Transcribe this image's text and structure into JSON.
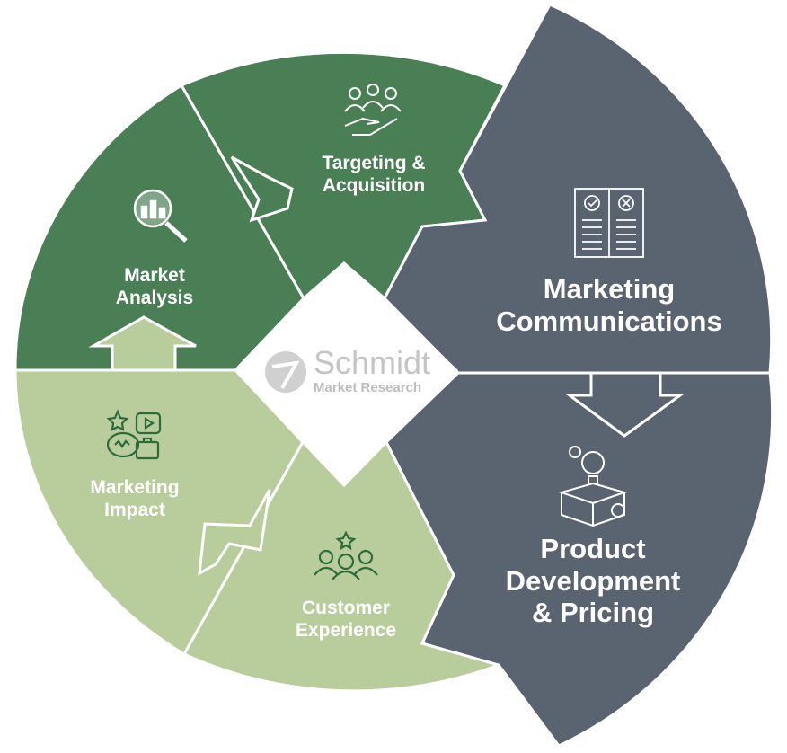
{
  "segments": {
    "market_analysis": {
      "line1": "Market",
      "line2": "Analysis"
    },
    "targeting": {
      "line1": "Targeting &",
      "line2": "Acquisition"
    },
    "marketing_comms": {
      "line1": "Marketing",
      "line2": "Communications"
    },
    "product_dev": {
      "line1": "Product",
      "line2": "Development",
      "line3": "& Pricing"
    },
    "customer_exp": {
      "line1": "Customer",
      "line2": "Experience"
    },
    "marketing_impact": {
      "line1": "Marketing",
      "line2": "Impact"
    }
  },
  "logo": {
    "name": "Schmidt",
    "tagline": "Market Research"
  },
  "colors": {
    "dark_green": "#4a7f56",
    "light_green": "#b8cc9c",
    "slate": "#5a6370"
  }
}
